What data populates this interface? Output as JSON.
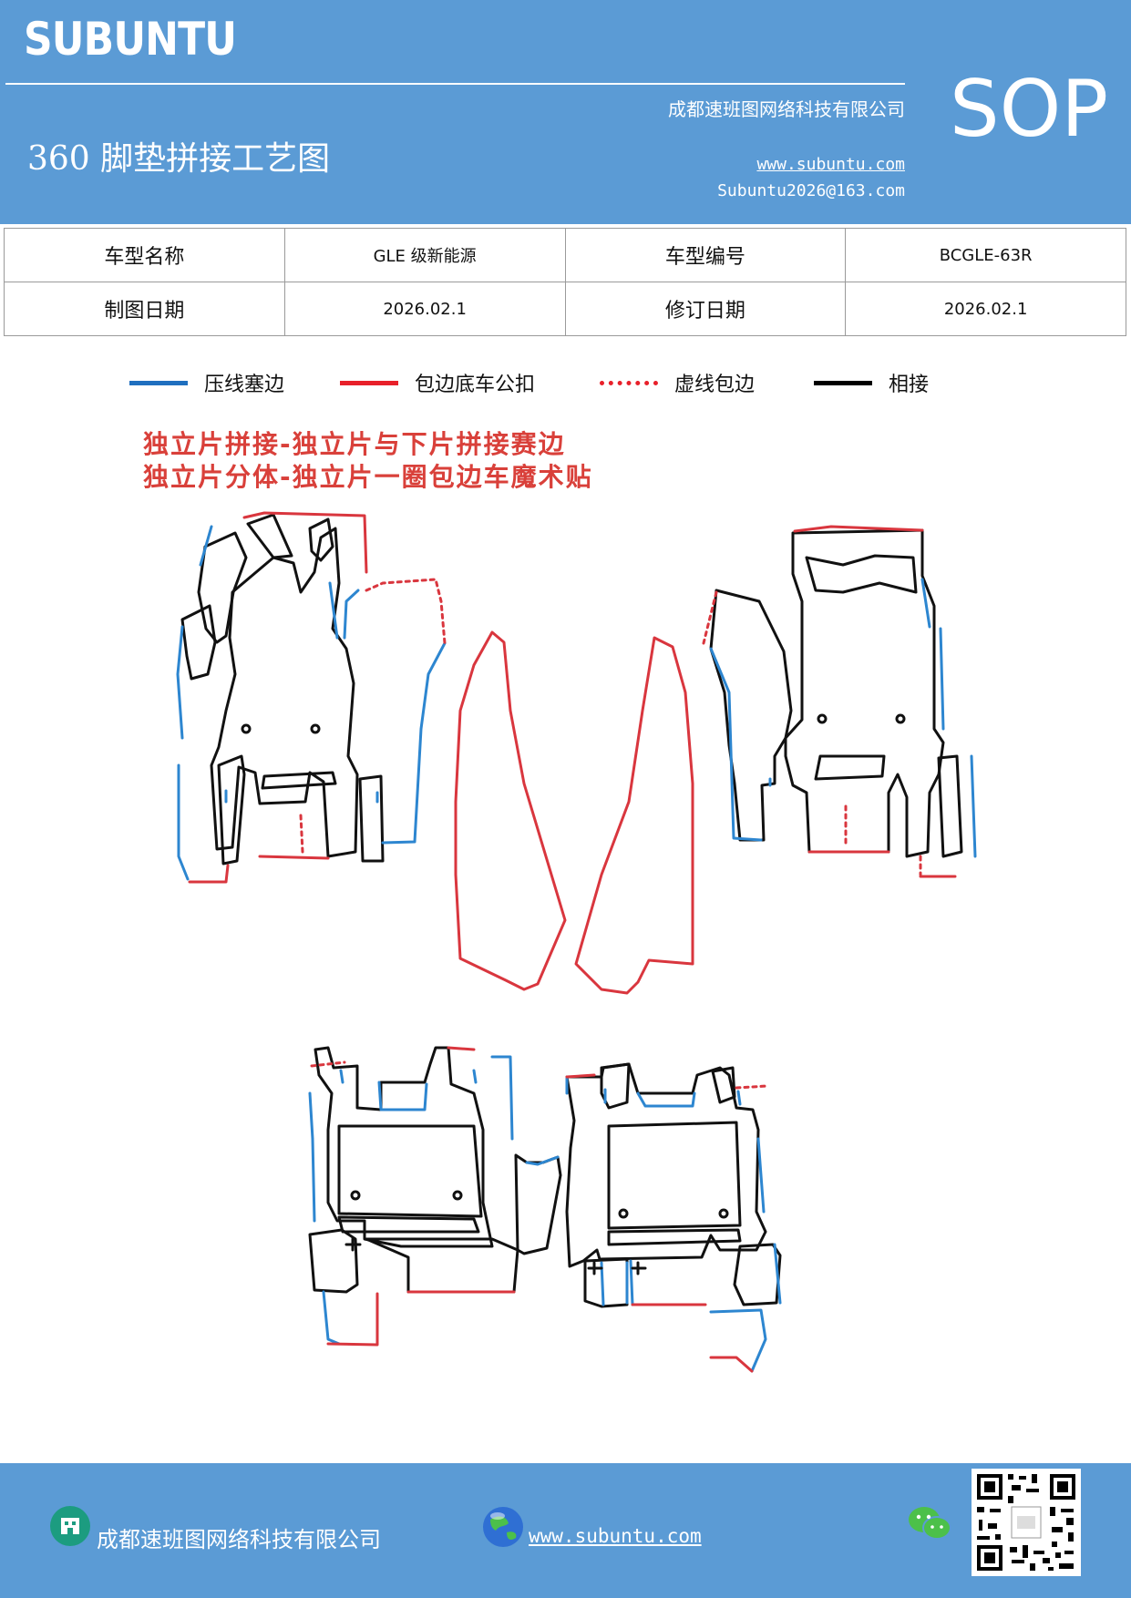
{
  "header": {
    "brand": "SUBUNTU",
    "company": "成都速班图网络科技有限公司",
    "title": "360 脚垫拼接工艺图",
    "website": "www.subuntu.com",
    "email": "Subuntu2026@163.com",
    "badge": "SOP"
  },
  "info_table": {
    "row1": {
      "label1": "车型名称",
      "value1": "GLE 级新能源",
      "label2": "车型编号",
      "value2": "BCGLE-63R"
    },
    "row2": {
      "label1": "制图日期",
      "value1": "2026.02.1",
      "label2": "修订日期",
      "value2": "2026.02.1"
    }
  },
  "legend": [
    {
      "label": "压线塞边",
      "color": "#1f6fbf",
      "style": "solid"
    },
    {
      "label": "包边底车公扣",
      "color": "#e8202a",
      "style": "solid"
    },
    {
      "label": "虚线包边",
      "color": "#e8202a",
      "style": "dotted"
    },
    {
      "label": "相接",
      "color": "#000000",
      "style": "solid"
    }
  ],
  "notes": {
    "line1": "独立片拼接-独立片与下片拼接赛边",
    "line2": "独立片分体-独立片一圈包边车魔术贴"
  },
  "footer": {
    "company": "成都速班图网络科技有限公司",
    "website": "www.subuntu.com"
  },
  "colors": {
    "header_bg": "#5b9bd5",
    "blue_line": "#2d86d0",
    "red_line": "#d9363e",
    "black_line": "#111111"
  },
  "icons": [
    "building-icon",
    "globe-icon",
    "wechat-icon",
    "qr-code"
  ]
}
